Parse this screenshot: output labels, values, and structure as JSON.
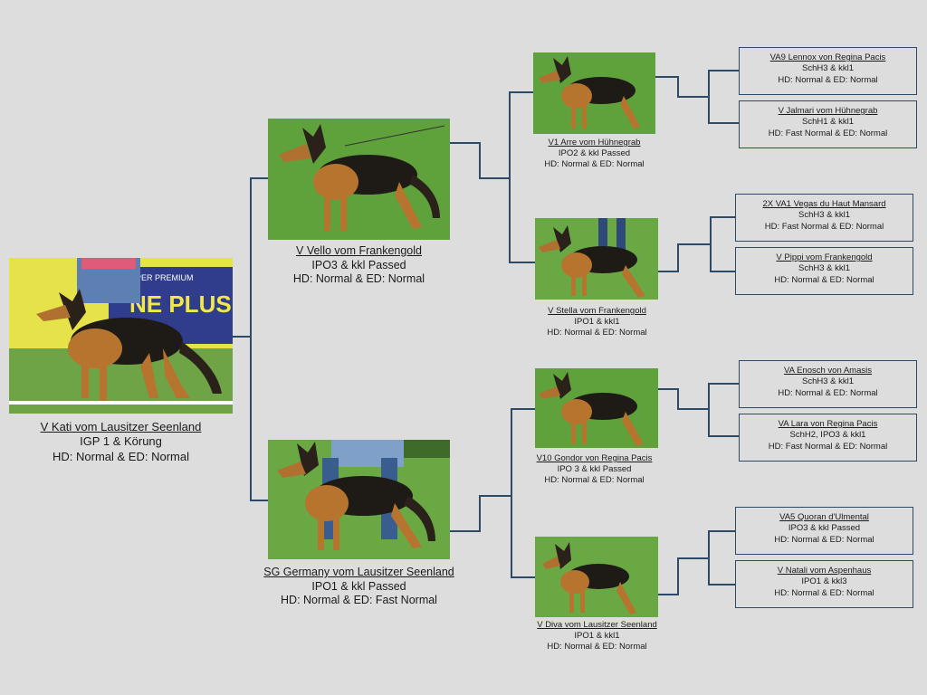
{
  "colors": {
    "line": "#2e4a66",
    "background": "#dddddd",
    "grass": "#5f9a3a"
  },
  "root": {
    "name": "V Kati vom Lausitzer Seenland",
    "line2": "IGP 1 & Körung",
    "line3": "HD: Normal & ED: Normal",
    "banner_text": "NE PLUS",
    "banner_small": "PER PREMIUM"
  },
  "sire": {
    "name": "V Vello vom Frankengold",
    "line2": "IPO3 & kkl Passed",
    "line3": "HD: Normal & ED: Normal"
  },
  "dam": {
    "name": "SG Germany vom Lausitzer Seenland",
    "line2": "IPO1 & kkl Passed",
    "line3": "HD: Normal & ED: Fast Normal"
  },
  "gen2": [
    {
      "name": "V1 Arre vom Hühnegrab",
      "line2": "IPO2 & kkl Passed",
      "line3": "HD: Normal & ED: Normal"
    },
    {
      "name": "V Stella vom Frankengold",
      "line2": "IPO1 & kkl1",
      "line3": "HD: Normal & ED: Normal"
    },
    {
      "name": "V10 Gondor von Regina Pacis",
      "line2": "IPO 3 & kkl Passed",
      "line3": "HD: Normal & ED: Normal"
    },
    {
      "name": "V Diva vom Lausitzer Seenland",
      "line2": "IPO1 & kkl1",
      "line3": "HD: Normal & ED: Normal"
    }
  ],
  "gen3": [
    {
      "name": "VA9 Lennox von Regina Pacis",
      "line2": "SchH3 & kkl1",
      "line3": "HD: Normal & ED: Normal"
    },
    {
      "name": "V Jalmari vom Hühnegrab",
      "line2": "SchH1 & kkl1",
      "line3": "HD: Fast Normal & ED: Normal"
    },
    {
      "name": "2X VA1 Vegas du Haut Mansard",
      "line2": "SchH3 & kkl1",
      "line3": "HD: Fast Normal & ED: Normal"
    },
    {
      "name": "V Pippi vom Frankengold",
      "line2": "SchH3 & kkl1",
      "line3": "HD: Normal & ED: Normal"
    },
    {
      "name": "VA Enosch von Amasis",
      "line2": "SchH3 & kkl1",
      "line3": "HD: Normal & ED: Normal"
    },
    {
      "name": "VA Lara von Regina Pacis",
      "line2": "SchH2, IPO3 & kkl1",
      "line3": "HD: Fast Normal & ED: Normal"
    },
    {
      "name": "VA5 Quoran d'Ulmental",
      "line2": "IPO3 & kkl Passed",
      "line3": "HD: Normal & ED: Normal"
    },
    {
      "name": "V Natali vom Aspenhaus",
      "line2": "IPO1 & kkl3",
      "line3": "HD: Normal & ED: Normal"
    }
  ]
}
